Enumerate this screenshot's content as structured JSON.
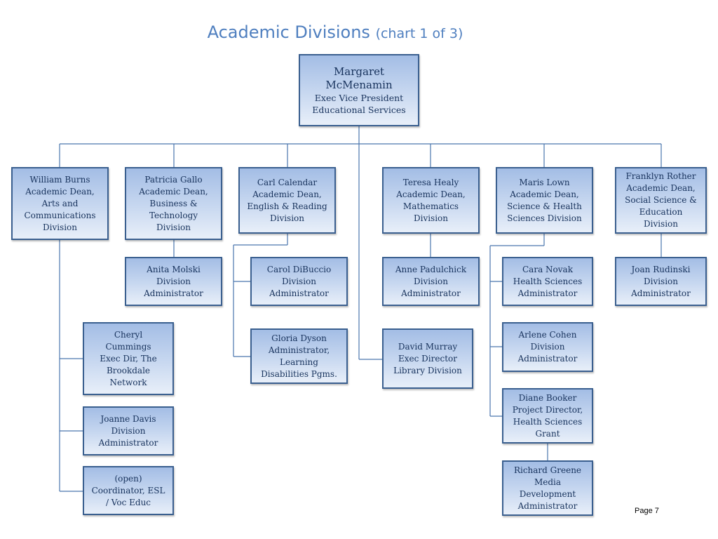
{
  "title": {
    "main": "Academic Divisions",
    "sub": "(chart 1 of 3)"
  },
  "page_label": "Page 7",
  "nodes": {
    "mcmenamin": [
      "Margaret",
      "McMenamin",
      "Exec Vice President",
      "Educational  Services"
    ],
    "burns": [
      "William Burns",
      "Academic Dean,",
      "Arts and",
      "Communications",
      "Division"
    ],
    "gallo": [
      "Patricia Gallo",
      "Academic Dean,",
      "Business &",
      "Technology",
      "Division"
    ],
    "calendar": [
      "Carl Calendar",
      "Academic Dean,",
      "English & Reading",
      "Division"
    ],
    "healy": [
      "Teresa Healy",
      "Academic Dean,",
      "Mathematics",
      "Division"
    ],
    "lown": [
      "Maris Lown",
      "Academic Dean,",
      "Science & Health",
      "Sciences Division"
    ],
    "rother": [
      "Franklyn Rother",
      "Academic Dean,",
      "Social Science &",
      "Education",
      "Division"
    ],
    "molski": [
      "Anita Molski",
      "Division",
      "Administrator"
    ],
    "dibuccio": [
      "Carol DiBuccio",
      "Division",
      "Administrator"
    ],
    "padulchick": [
      "Anne Padulchick",
      "Division",
      "Administrator"
    ],
    "novak": [
      "Cara Novak",
      "Health Sciences",
      "Administrator"
    ],
    "rudinski": [
      "Joan Rudinski",
      "Division",
      "Administrator"
    ],
    "cummings": [
      "Cheryl",
      "Cummings",
      "Exec Dir, The",
      "Brookdale",
      "Network"
    ],
    "dyson": [
      "Gloria Dyson",
      "Administrator,",
      "Learning",
      "Disabilities Pgms."
    ],
    "murray": [
      "David Murray",
      "Exec Director",
      "Library Division"
    ],
    "cohen": [
      "Arlene Cohen",
      "Division",
      "Administrator"
    ],
    "davis": [
      "Joanne Davis",
      "Division",
      "Administrator"
    ],
    "booker": [
      "Diane Booker",
      "Project Director,",
      "Health Sciences",
      "Grant"
    ],
    "open": [
      "(open)",
      "Coordinator, ESL",
      "/ Voc Educ"
    ],
    "greene": [
      "Richard Greene",
      "Media",
      "Development",
      "Administrator"
    ]
  }
}
